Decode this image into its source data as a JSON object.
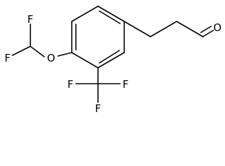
{
  "molecule": {
    "atoms": {
      "f_top": "F",
      "f_left": "F",
      "o_ether": "O",
      "o_aldehyde": "O",
      "f_cf3_left": "F",
      "f_cf3_right": "F",
      "f_cf3_bottom": "F"
    }
  }
}
